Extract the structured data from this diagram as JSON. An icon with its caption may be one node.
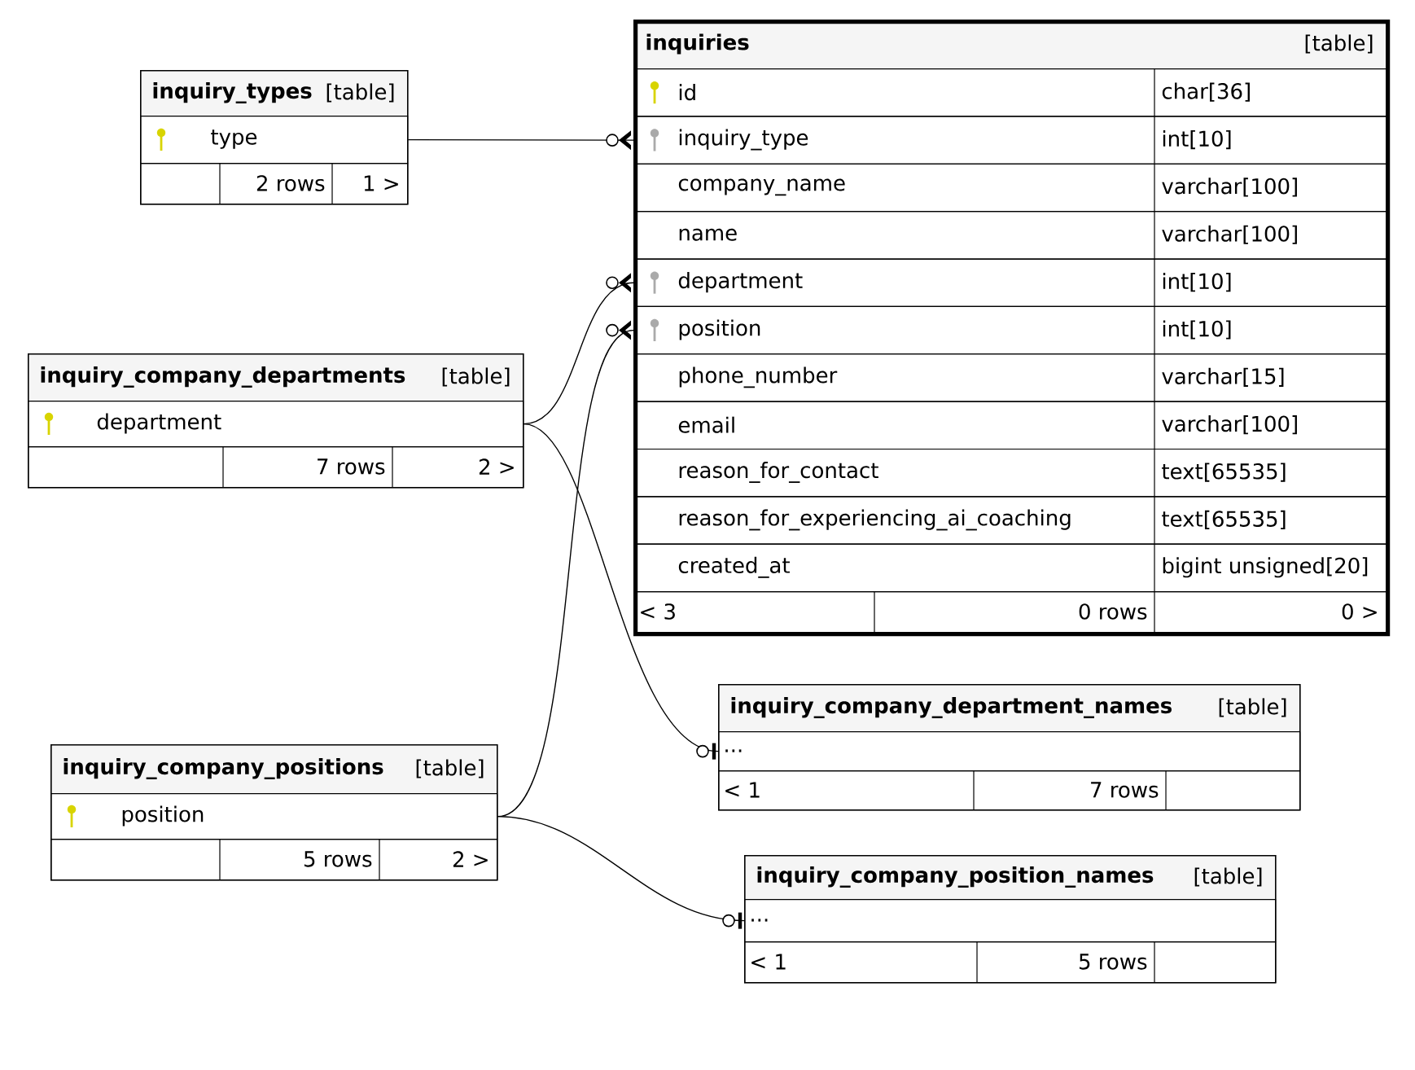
{
  "diagram": {
    "nodes": [
      {
        "text": [
          "inquiry_types",
          "[table]"
        ]
      },
      {
        "text": [
          "type"
        ],
        "in": 0
      },
      {
        "text": [
          "2 rows",
          "1 >"
        ],
        "in": 0
      },
      {
        "text": [
          "inquiries",
          "[table]"
        ]
      },
      {
        "text": [
          "id",
          "char[36]"
        ],
        "in": 3
      },
      {
        "text": [
          "inquiry_type",
          "int[10]"
        ],
        "in": 3
      },
      {
        "text": [
          "company_name",
          "varchar[100]"
        ],
        "in": 3
      },
      {
        "text": [
          "name",
          "varchar[100]"
        ],
        "in": 3
      },
      {
        "text": [
          "department",
          "int[10]"
        ],
        "in": 3
      },
      {
        "text": [
          "position",
          "int[10]"
        ],
        "in": 3
      },
      {
        "text": [
          "phone_number",
          "varchar[15]"
        ],
        "in": 3
      },
      {
        "text": [
          "email",
          "varchar[100]"
        ],
        "in": 3
      },
      {
        "text": [
          "reason_for_contact",
          "text[65535]"
        ],
        "in": 3
      },
      {
        "text": [
          "reason_for_experiencing_ai_coaching",
          "text[65535]"
        ],
        "in": 3
      },
      {
        "text": [
          "created_at",
          "bigint unsigned[20]"
        ],
        "in": 3
      },
      {
        "text": [
          "< 3",
          "0 rows",
          "0 >"
        ],
        "in": 3
      },
      {
        "text": [
          "inquiry_company_departments",
          "[table]"
        ]
      },
      {
        "text": [
          "department"
        ],
        "in": 16
      },
      {
        "text": [
          "7 rows",
          "2 >"
        ],
        "in": 16
      },
      {
        "text": [
          "inquiry_company_department_names",
          "[table]"
        ]
      },
      {
        "text": [
          "..."
        ],
        "in": 19
      },
      {
        "text": [
          "< 1",
          "7 rows"
        ],
        "in": 19
      },
      {
        "text": [
          "inquiry_company_positions",
          "[table]"
        ]
      },
      {
        "text": [
          "position"
        ],
        "in": 22
      },
      {
        "text": [
          "5 rows",
          "2 >"
        ],
        "in": 22
      },
      {
        "text": [
          "inquiry_company_position_names",
          "[table]"
        ]
      },
      {
        "text": [
          "..."
        ],
        "in": 25
      },
      {
        "text": [
          "< 1",
          "5 rows"
        ],
        "in": 25
      }
    ],
    "edges": [
      {
        "from": 1,
        "to": 5,
        "arrow": "other"
      },
      {
        "from": 17,
        "to": 8,
        "arrow": "other"
      },
      {
        "from": 23,
        "to": 9,
        "arrow": "other"
      },
      {
        "from": 17,
        "to": 20,
        "arrow": "other"
      },
      {
        "from": 23,
        "to": 26,
        "arrow": "other"
      }
    ]
  }
}
